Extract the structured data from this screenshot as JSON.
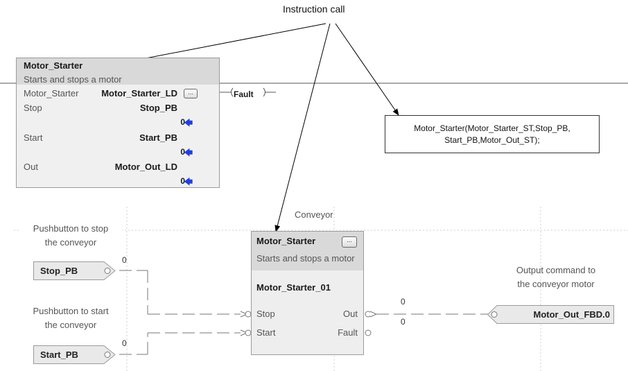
{
  "annotation": {
    "callout": "Instruction call"
  },
  "ladder": {
    "title": "Motor_Starter",
    "description": "Starts and stops a motor",
    "rows": [
      {
        "label": "Motor_Starter",
        "value": "Motor_Starter_LD",
        "num": ""
      },
      {
        "label": "Stop",
        "value": "Stop_PB",
        "num": "0"
      },
      {
        "label": "Start",
        "value": "Start_PB",
        "num": "0"
      },
      {
        "label": "Out",
        "value": "Motor_Out_LD",
        "num": "0"
      }
    ],
    "fault_coil": "Fault"
  },
  "structured_text": {
    "line1": "Motor_Starter(Motor_Starter_ST,Stop_PB,",
    "line2": "Start_PB,Motor_Out_ST);"
  },
  "fbd": {
    "sheet_label": "Conveyor",
    "block_title": "Motor_Starter",
    "block_description": "Starts and stops a motor",
    "block_tag": "Motor_Starter_01",
    "pins": {
      "stop": "Stop",
      "start": "Start",
      "out": "Out",
      "fault": "Fault"
    },
    "inputs": [
      {
        "comment": [
          "Pushbutton to stop",
          "the conveyor"
        ],
        "tag": "Stop_PB",
        "value": "0"
      },
      {
        "comment": [
          "Pushbutton to start",
          "the conveyor"
        ],
        "tag": "Start_PB",
        "value": "0"
      }
    ],
    "output": {
      "comment": [
        "Output command to",
        "the conveyor motor"
      ],
      "tag": "Motor_Out_FBD.0",
      "out_value": "0",
      "fault_value": "0"
    }
  },
  "colors": {
    "arrow_blue": "#1f3fe0",
    "block_header": "#d9d9d9",
    "block_body": "#eeeeee"
  }
}
